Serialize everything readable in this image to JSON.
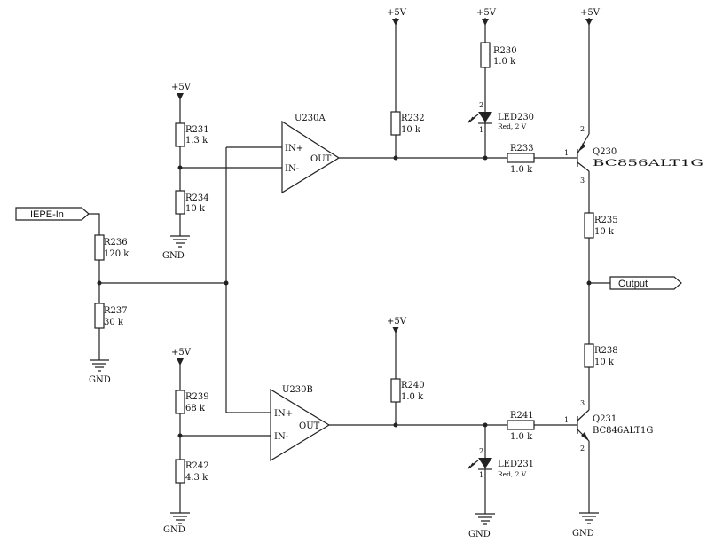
{
  "supplies": {
    "vcc": "+5V",
    "gnd": "GND"
  },
  "ports": {
    "input": "IEPE-In",
    "output": "Output"
  },
  "opamps": [
    {
      "ref": "U230A",
      "in_plus": "IN+",
      "in_minus": "IN-",
      "out": "OUT"
    },
    {
      "ref": "U230B",
      "in_plus": "IN+",
      "in_minus": "IN-",
      "out": "OUT"
    }
  ],
  "resistors": {
    "r230": {
      "ref": "R230",
      "value": "1.0 k"
    },
    "r231": {
      "ref": "R231",
      "value": "1.3 k"
    },
    "r232": {
      "ref": "R232",
      "value": "10 k"
    },
    "r233": {
      "ref": "R233",
      "value": "1.0 k"
    },
    "r234": {
      "ref": "R234",
      "value": "10 k"
    },
    "r235": {
      "ref": "R235",
      "value": "10 k"
    },
    "r236": {
      "ref": "R236",
      "value": "120 k"
    },
    "r237": {
      "ref": "R237",
      "value": "30 k"
    },
    "r238": {
      "ref": "R238",
      "value": "10 k"
    },
    "r239": {
      "ref": "R239",
      "value": "68 k"
    },
    "r240": {
      "ref": "R240",
      "value": "1.0 k"
    },
    "r241": {
      "ref": "R241",
      "value": "1.0 k"
    },
    "r242": {
      "ref": "R242",
      "value": "4.3 k"
    }
  },
  "leds": {
    "led230": {
      "ref": "LED230",
      "value": "Red, 2 V"
    },
    "led231": {
      "ref": "LED231",
      "value": "Red, 2 V"
    }
  },
  "transistors": {
    "q230": {
      "ref": "Q230",
      "part": "BC856ALT1G"
    },
    "q231": {
      "ref": "Q231",
      "part": "BC846ALT1G"
    }
  },
  "pin_numbers": {
    "one": "1",
    "two": "2",
    "three": "3"
  }
}
